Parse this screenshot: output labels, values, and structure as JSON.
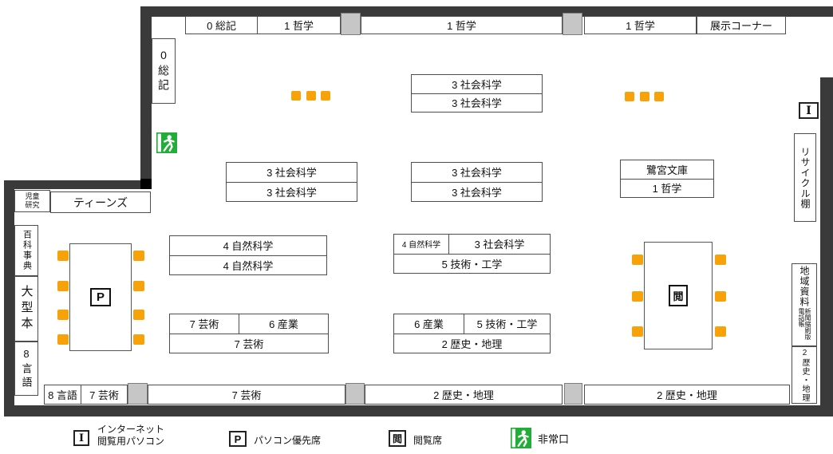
{
  "colors": {
    "accent_orange": "#F7A208",
    "exit_green": "#22AC38",
    "wall_gray": "#3A3A3A",
    "pillar_gray": "#C6C6C6"
  },
  "shelves": {
    "top": [
      {
        "cells": [
          "0 総記",
          "1 哲学"
        ]
      },
      {
        "label": "1 哲学"
      },
      {
        "label": "1 哲学"
      },
      {
        "label": "展示コーナー"
      }
    ],
    "center": {
      "c1": {
        "r1": "3 社会科学",
        "r2": "3 社会科学"
      },
      "c2": {
        "r1": "3 社会科学",
        "r2": "3 社会科学"
      },
      "c3": {
        "r1": "3 社会科学",
        "r2": "3 社会科学"
      },
      "sagimiya": {
        "r1": "鷺宮文庫",
        "r2": "1 哲学"
      }
    },
    "mid": {
      "m1": {
        "r1": "4 自然科学",
        "r2": "4 自然科学"
      },
      "m2": {
        "r1a": "4 自然科学",
        "r1b": "3 社会科学",
        "r2": "5 技術・工学"
      },
      "m3": {
        "r1a": "7 芸術",
        "r1b": "6 産業",
        "r2": "7 芸術"
      },
      "m4": {
        "r1a": "6 産業",
        "r1b": "5 技術・工学",
        "r2": "2 歴史・地理"
      }
    },
    "bottom": {
      "combo": {
        "cells": [
          "8 言語",
          "7 芸術"
        ]
      },
      "b1": "7 芸術",
      "b2": "2 歴史・地理",
      "b3": "2 歴史・地理"
    }
  },
  "left_column": {
    "sokki": "0総記",
    "jido_line1": "児童",
    "jido_line2": "研究",
    "teens": "ティーンズ",
    "hyakka": "百科事典",
    "ogata": "大型本",
    "gengo": "8言語"
  },
  "right_column": {
    "i_label": "I",
    "recycle": "リサイクル棚",
    "chiiki": "地域資料",
    "shinbun": "新聞縮刷版",
    "denwa": "電話帳",
    "rekishi": "2歴史・地理"
  },
  "tables": {
    "p_label": "P",
    "etsu_label": "閲"
  },
  "legend": {
    "internet_icon": "I",
    "internet_line1": "インターネット",
    "internet_line2": "閲覧用パソコン",
    "pc_icon": "P",
    "pc_label": "パソコン優先席",
    "etsu_icon": "閲",
    "etsu_label": "閲覧席",
    "exit_label": "非常口"
  }
}
